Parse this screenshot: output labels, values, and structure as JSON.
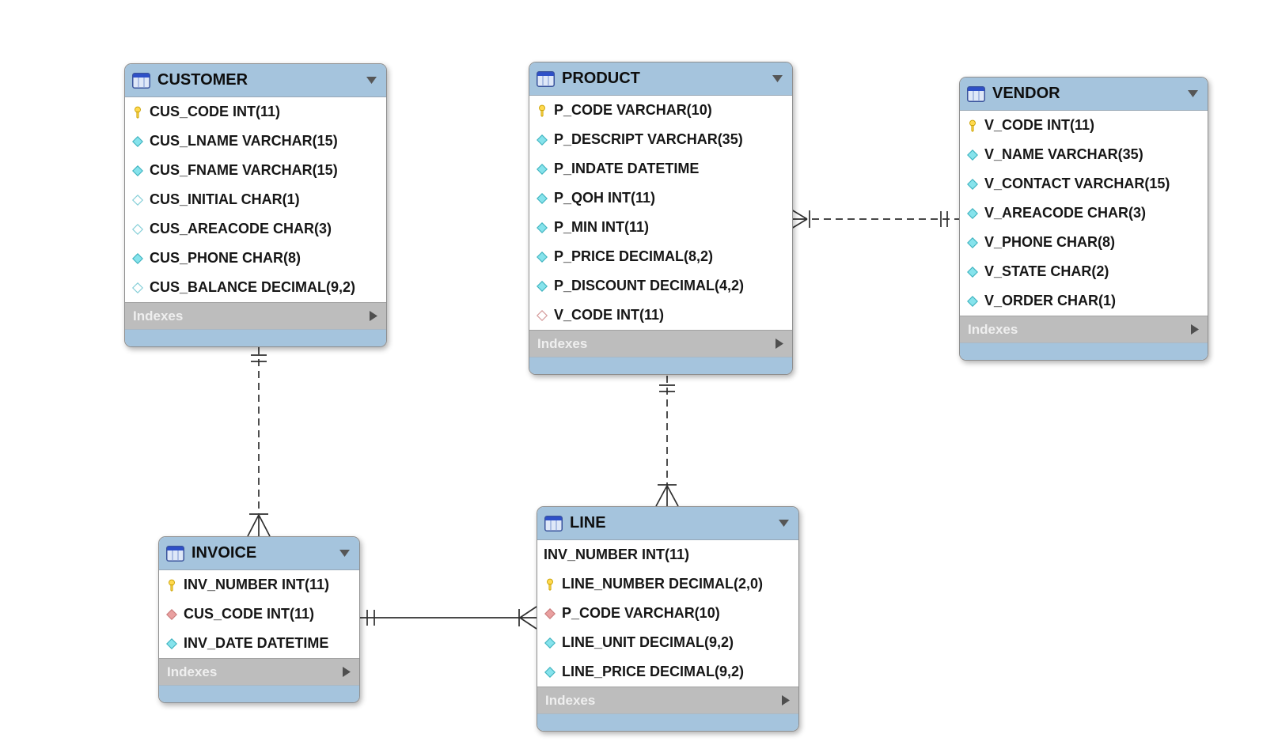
{
  "colors": {
    "table_header_blue": "#a5c4dd",
    "footer_gray": "#bdbdbd",
    "key_icon_yellow": "#ffd94f",
    "attribute_icon_cyan": "#86e3ec",
    "fk_icon_red": "#e9a0a0"
  },
  "tables": [
    {
      "title": "CUSTOMER",
      "footer_label": "Indexes",
      "columns": [
        {
          "name": "CUS_CODE",
          "type": "INT(11)",
          "icon": "key"
        },
        {
          "name": "CUS_LNAME",
          "type": "VARCHAR(15)",
          "icon": "attr-filled"
        },
        {
          "name": "CUS_FNAME",
          "type": "VARCHAR(15)",
          "icon": "attr-filled"
        },
        {
          "name": "CUS_INITIAL",
          "type": "CHAR(1)",
          "icon": "attr-hollow"
        },
        {
          "name": "CUS_AREACODE",
          "type": "CHAR(3)",
          "icon": "attr-hollow"
        },
        {
          "name": "CUS_PHONE",
          "type": "CHAR(8)",
          "icon": "attr-filled"
        },
        {
          "name": "CUS_BALANCE",
          "type": "DECIMAL(9,2)",
          "icon": "attr-hollow"
        }
      ]
    },
    {
      "title": "PRODUCT",
      "footer_label": "Indexes",
      "columns": [
        {
          "name": "P_CODE",
          "type": "VARCHAR(10)",
          "icon": "key"
        },
        {
          "name": "P_DESCRIPT",
          "type": "VARCHAR(35)",
          "icon": "attr-filled"
        },
        {
          "name": "P_INDATE",
          "type": "DATETIME",
          "icon": "attr-filled"
        },
        {
          "name": "P_QOH",
          "type": "INT(11)",
          "icon": "attr-filled"
        },
        {
          "name": "P_MIN",
          "type": "INT(11)",
          "icon": "attr-filled"
        },
        {
          "name": "P_PRICE",
          "type": "DECIMAL(8,2)",
          "icon": "attr-filled"
        },
        {
          "name": "P_DISCOUNT",
          "type": "DECIMAL(4,2)",
          "icon": "attr-filled"
        },
        {
          "name": "V_CODE",
          "type": "INT(11)",
          "icon": "fk-hollow"
        }
      ]
    },
    {
      "title": "VENDOR",
      "footer_label": "Indexes",
      "columns": [
        {
          "name": "V_CODE",
          "type": "INT(11)",
          "icon": "key"
        },
        {
          "name": "V_NAME",
          "type": "VARCHAR(35)",
          "icon": "attr-filled"
        },
        {
          "name": "V_CONTACT",
          "type": "VARCHAR(15)",
          "icon": "attr-filled"
        },
        {
          "name": "V_AREACODE",
          "type": "CHAR(3)",
          "icon": "attr-filled"
        },
        {
          "name": "V_PHONE",
          "type": "CHAR(8)",
          "icon": "attr-filled"
        },
        {
          "name": "V_STATE",
          "type": "CHAR(2)",
          "icon": "attr-filled"
        },
        {
          "name": "V_ORDER",
          "type": "CHAR(1)",
          "icon": "attr-filled"
        }
      ]
    },
    {
      "title": "INVOICE",
      "footer_label": "Indexes",
      "columns": [
        {
          "name": "INV_NUMBER",
          "type": "INT(11)",
          "icon": "key"
        },
        {
          "name": "CUS_CODE",
          "type": "INT(11)",
          "icon": "fk-filled"
        },
        {
          "name": "INV_DATE",
          "type": "DATETIME",
          "icon": "attr-filled"
        }
      ]
    },
    {
      "title": "LINE",
      "footer_label": "Indexes",
      "columns": [
        {
          "name": "INV_NUMBER",
          "type": "INT(11)",
          "icon": "none"
        },
        {
          "name": "LINE_NUMBER",
          "type": "DECIMAL(2,0)",
          "icon": "key"
        },
        {
          "name": "P_CODE",
          "type": "VARCHAR(10)",
          "icon": "fk-filled"
        },
        {
          "name": "LINE_UNIT",
          "type": "DECIMAL(9,2)",
          "icon": "attr-filled"
        },
        {
          "name": "LINE_PRICE",
          "type": "DECIMAL(9,2)",
          "icon": "attr-filled"
        }
      ]
    }
  ],
  "relationships": [
    {
      "from_table": "CUSTOMER",
      "to_table": "INVOICE",
      "from_end": "one",
      "to_end": "many",
      "line_style": "dashed"
    },
    {
      "from_table": "VENDOR",
      "to_table": "PRODUCT",
      "from_end": "one",
      "to_end": "many",
      "line_style": "dashed"
    },
    {
      "from_table": "PRODUCT",
      "to_table": "LINE",
      "from_end": "one",
      "to_end": "many",
      "line_style": "dashed"
    },
    {
      "from_table": "INVOICE",
      "to_table": "LINE",
      "from_end": "one",
      "to_end": "many",
      "line_style": "solid"
    }
  ]
}
